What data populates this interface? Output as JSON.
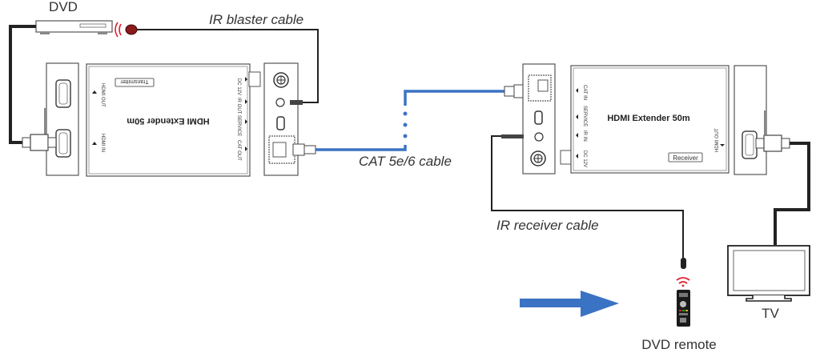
{
  "labels": {
    "dvd": "DVD",
    "ir_blaster_cable": "IR blaster cable",
    "cat_cable": "CAT 5e/6 cable",
    "ir_receiver_cable": "IR receiver cable",
    "dvd_remote": "DVD remote",
    "tv": "TV"
  },
  "transmitter": {
    "title": "HDMI Extender 50m",
    "badge": "Transmitter",
    "ports_right": [
      "DC 12V",
      "IR OUT",
      "SERVICE",
      "CAT OUT"
    ],
    "ports_left": [
      "HDMI OUT",
      "HDMI IN"
    ]
  },
  "receiver": {
    "title": "HDMI Extender 50m",
    "badge": "Receiver",
    "ports_left": [
      "CAT IN",
      "SERVICE",
      "IR IN",
      "DC 12V"
    ],
    "ports_right": [
      "HDMI OUT"
    ]
  },
  "colors": {
    "cat_cable": "#3b73c4",
    "arrow": "#3b73c4",
    "ir_signal": "#e02030",
    "ir_blaster_head": "#8b1a1a"
  }
}
